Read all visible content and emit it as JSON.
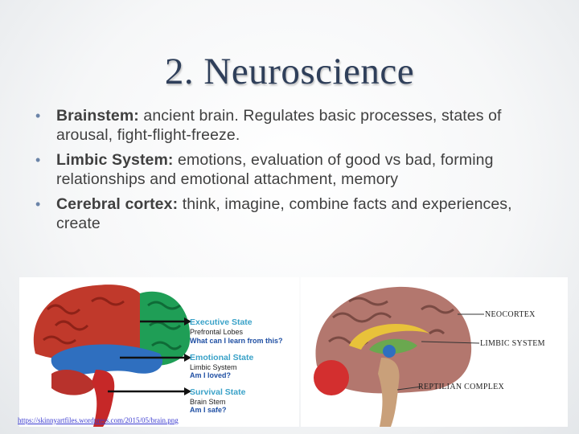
{
  "slide": {
    "title": "2. Neuroscience",
    "bullets": [
      {
        "term": "Brainstem:",
        "text": " ancient brain. Regulates basic processes, states of arousal, fight-flight-freeze."
      },
      {
        "term": "Limbic System:",
        "text": " emotions,  evaluation of good vs bad, forming relationships and emotional attachment, memory"
      },
      {
        "term": "Cerebral cortex:",
        "text": " think, imagine, combine facts and experiences, create"
      }
    ]
  },
  "left_figure": {
    "executive": {
      "title": "Executive State",
      "sub": "Prefrontal Lobes",
      "question": "What can I learn from this?"
    },
    "emotional": {
      "title": "Emotional State",
      "sub": "Limbic System",
      "question": "Am I loved?"
    },
    "survival": {
      "title": "Survival State",
      "sub": "Brain Stem",
      "question": "Am I safe?"
    },
    "source_url": "https://skinnyartfiles.wordpress.com/2015/05/brain.png"
  },
  "right_figure": {
    "neocortex": "NEOCORTEX",
    "limbic": "LIMBIC  SYSTEM",
    "reptilian": "REPTILIAN COMPLEX"
  },
  "colors": {
    "title": "#2f3f5a",
    "bullet": "#6b84a8",
    "body_text": "#404040",
    "cortex_red": "#c0392b",
    "prefrontal_green": "#1f9e56",
    "limbic_blue": "#2f6fbf",
    "brainstem_red": "#c62828"
  }
}
